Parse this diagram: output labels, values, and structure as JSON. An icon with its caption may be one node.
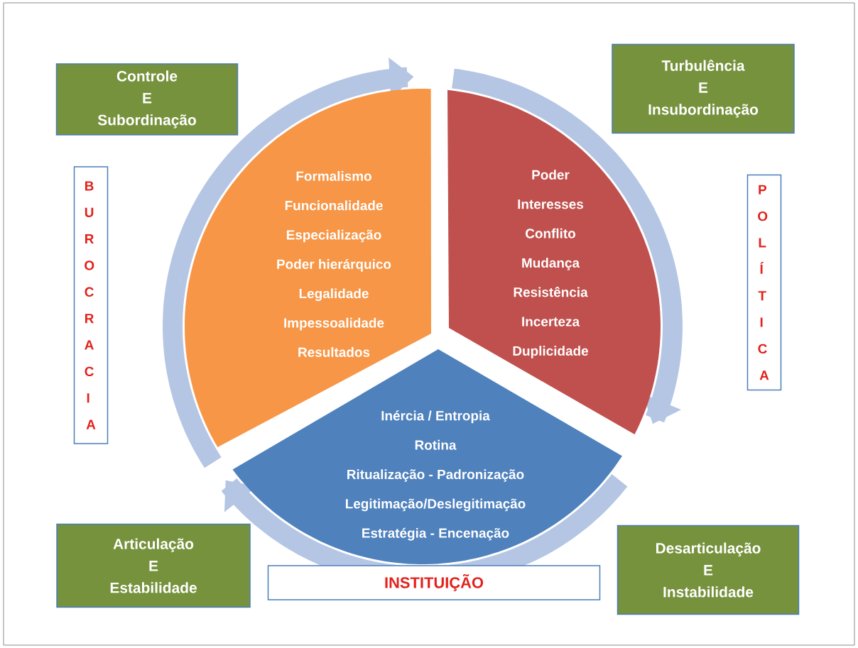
{
  "diagram": {
    "nodes": [
      {
        "text": [
          "Controle",
          "E",
          "Subordinação"
        ]
      },
      {
        "text": [
          "Turbulência",
          "E",
          "Insubordinação"
        ]
      },
      {
        "text": [
          "BUROCRACIA"
        ]
      },
      {
        "text": [
          "POLÍTICA"
        ]
      },
      {
        "text": [
          "Formalismo",
          "Funcionalidade",
          "Especialização",
          "Poder hierárquico",
          "Legalidade",
          "Impessoalidade",
          "Resultados"
        ]
      },
      {
        "text": [
          "Poder",
          "Interesses",
          "Conflito",
          "Mudança",
          "Resistência",
          "Incerteza",
          "Duplicidade"
        ]
      },
      {
        "text": [
          "Inércia / Entropia",
          "Rotina",
          "Ritualização - Padronização",
          "Legitimação/Deslegitimação",
          "Estratégia - Encenação"
        ]
      },
      {
        "text": [
          "Articulação",
          "E",
          "Estabilidade"
        ]
      },
      {
        "text": [
          "Desarticulação",
          "E",
          "Instabilidade"
        ]
      },
      {
        "text": [
          "INSTITUIÇÃO"
        ]
      }
    ]
  }
}
